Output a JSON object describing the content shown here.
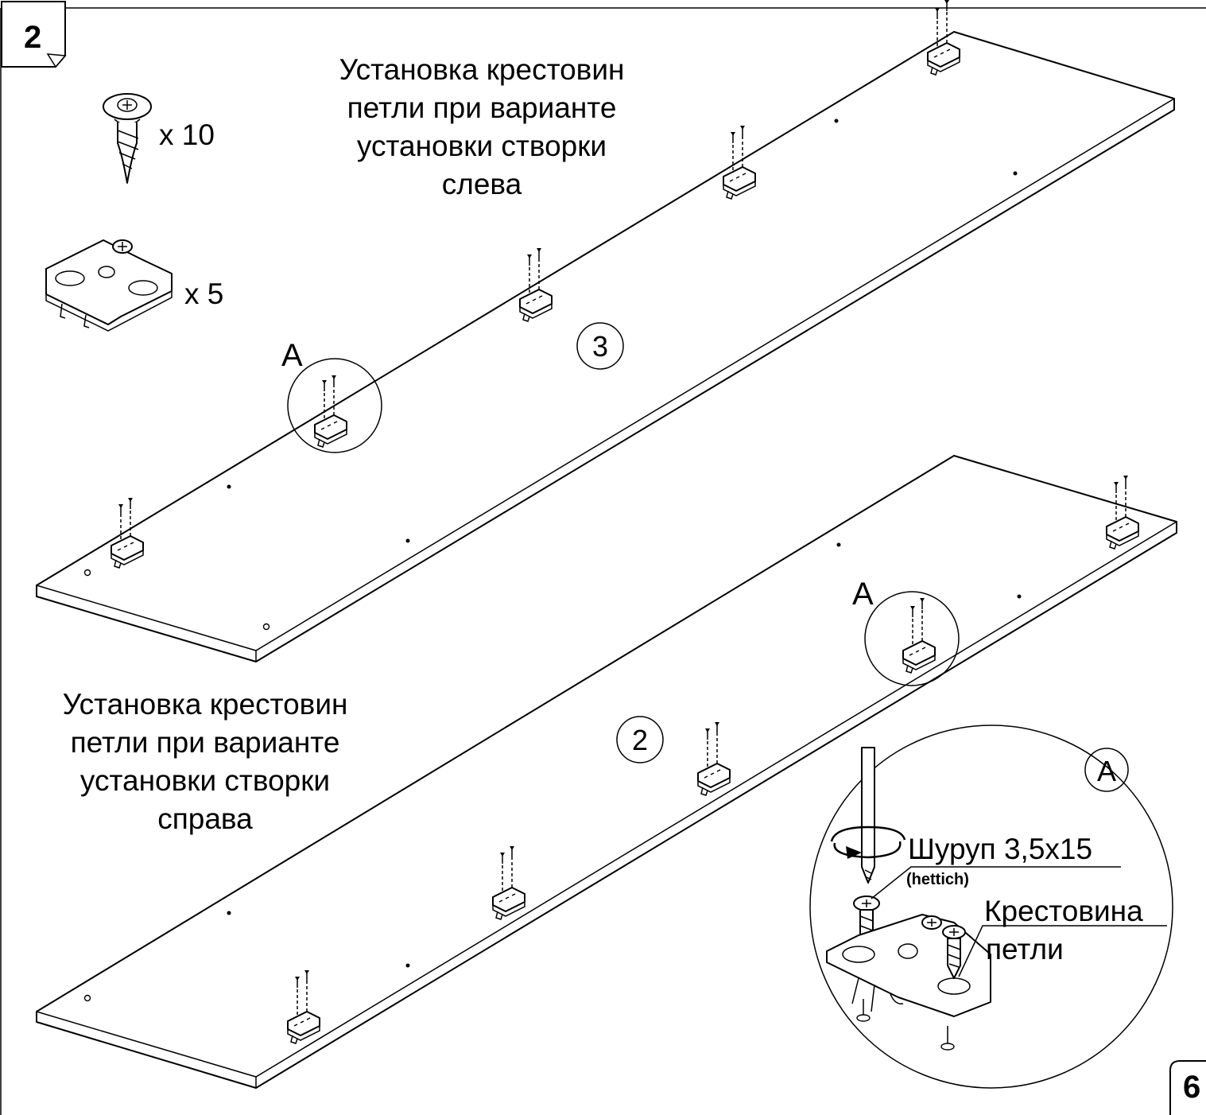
{
  "step_number": "2",
  "page_number": "6",
  "hardware": {
    "screw_qty": "x 10",
    "plate_qty": "x 5",
    "screw_icon": "countersunk-screw-icon",
    "plate_icon": "hinge-mounting-plate-icon"
  },
  "panels": {
    "top": {
      "part_number": "3",
      "title_lines": [
        "Установка крестовин",
        "петли при варианте",
        "установки створки",
        "слева"
      ]
    },
    "bottom": {
      "part_number": "2",
      "title_lines": [
        "Установка крестовин",
        "петли при варианте",
        "установки створки",
        "справа"
      ]
    }
  },
  "detail_marker": "A",
  "detail": {
    "marker": "A",
    "screw_label": "Шуруп 3,5х15",
    "screw_brand": "(hettich)",
    "plate_label_line1": "Крестовина",
    "plate_label_line2": "петли"
  }
}
